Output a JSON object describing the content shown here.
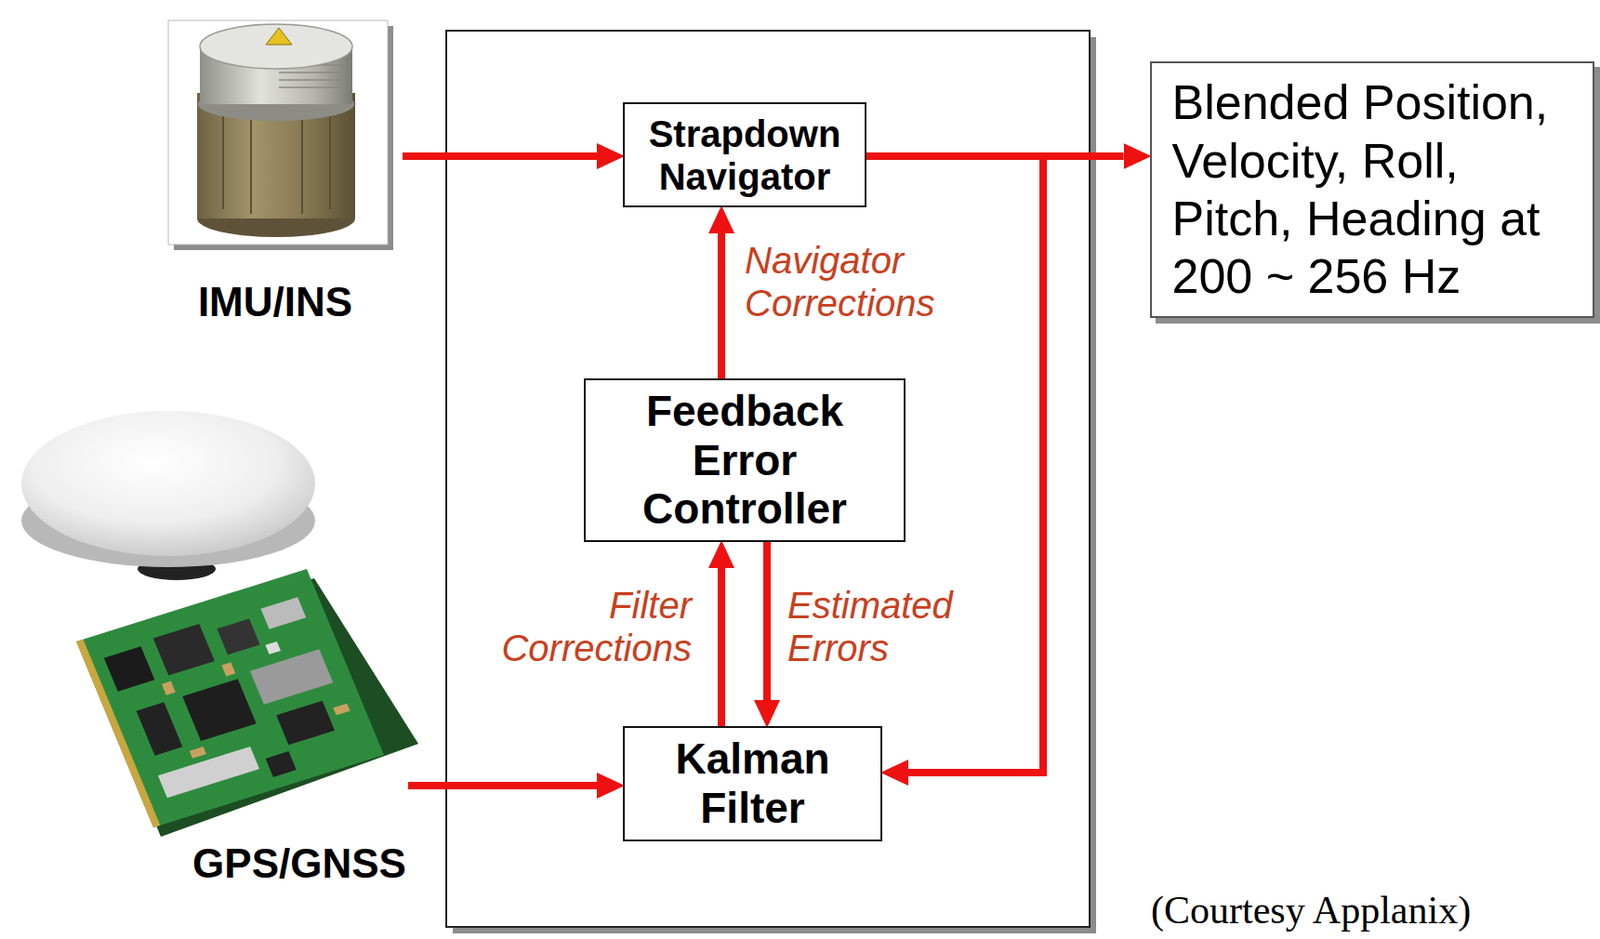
{
  "diagram": {
    "nodes": [
      {
        "text": [
          "IMU/INS"
        ]
      },
      {
        "text": [
          "Strapdown Navigator"
        ]
      },
      {
        "text": [
          "Blended Position, Velocity, Roll, Pitch, Heading at 200 ~ 256 Hz"
        ]
      },
      {
        "text": [
          "Feedback Error Controller"
        ]
      },
      {
        "text": [
          "GPS/GNSS"
        ]
      },
      {
        "text": [
          "Kalman Filter"
        ]
      }
    ],
    "edges": [
      {
        "from": 0,
        "to": 1,
        "arrow": "to"
      },
      {
        "from": 1,
        "to": 2,
        "arrow": "to"
      },
      {
        "from": 1,
        "to": 5,
        "arrow": "to"
      },
      {
        "from": 4,
        "to": 5,
        "arrow": "to"
      },
      {
        "from": 3,
        "to": 1,
        "label": "Navigator Corrections",
        "arrow": "to"
      },
      {
        "from": 5,
        "to": 3,
        "label": "Filter Corrections",
        "arrow": "to"
      },
      {
        "from": 3,
        "to": 5,
        "label": "Estimated Errors",
        "arrow": "to"
      }
    ],
    "labels": [
      "(Courtesy Applanix)"
    ]
  }
}
